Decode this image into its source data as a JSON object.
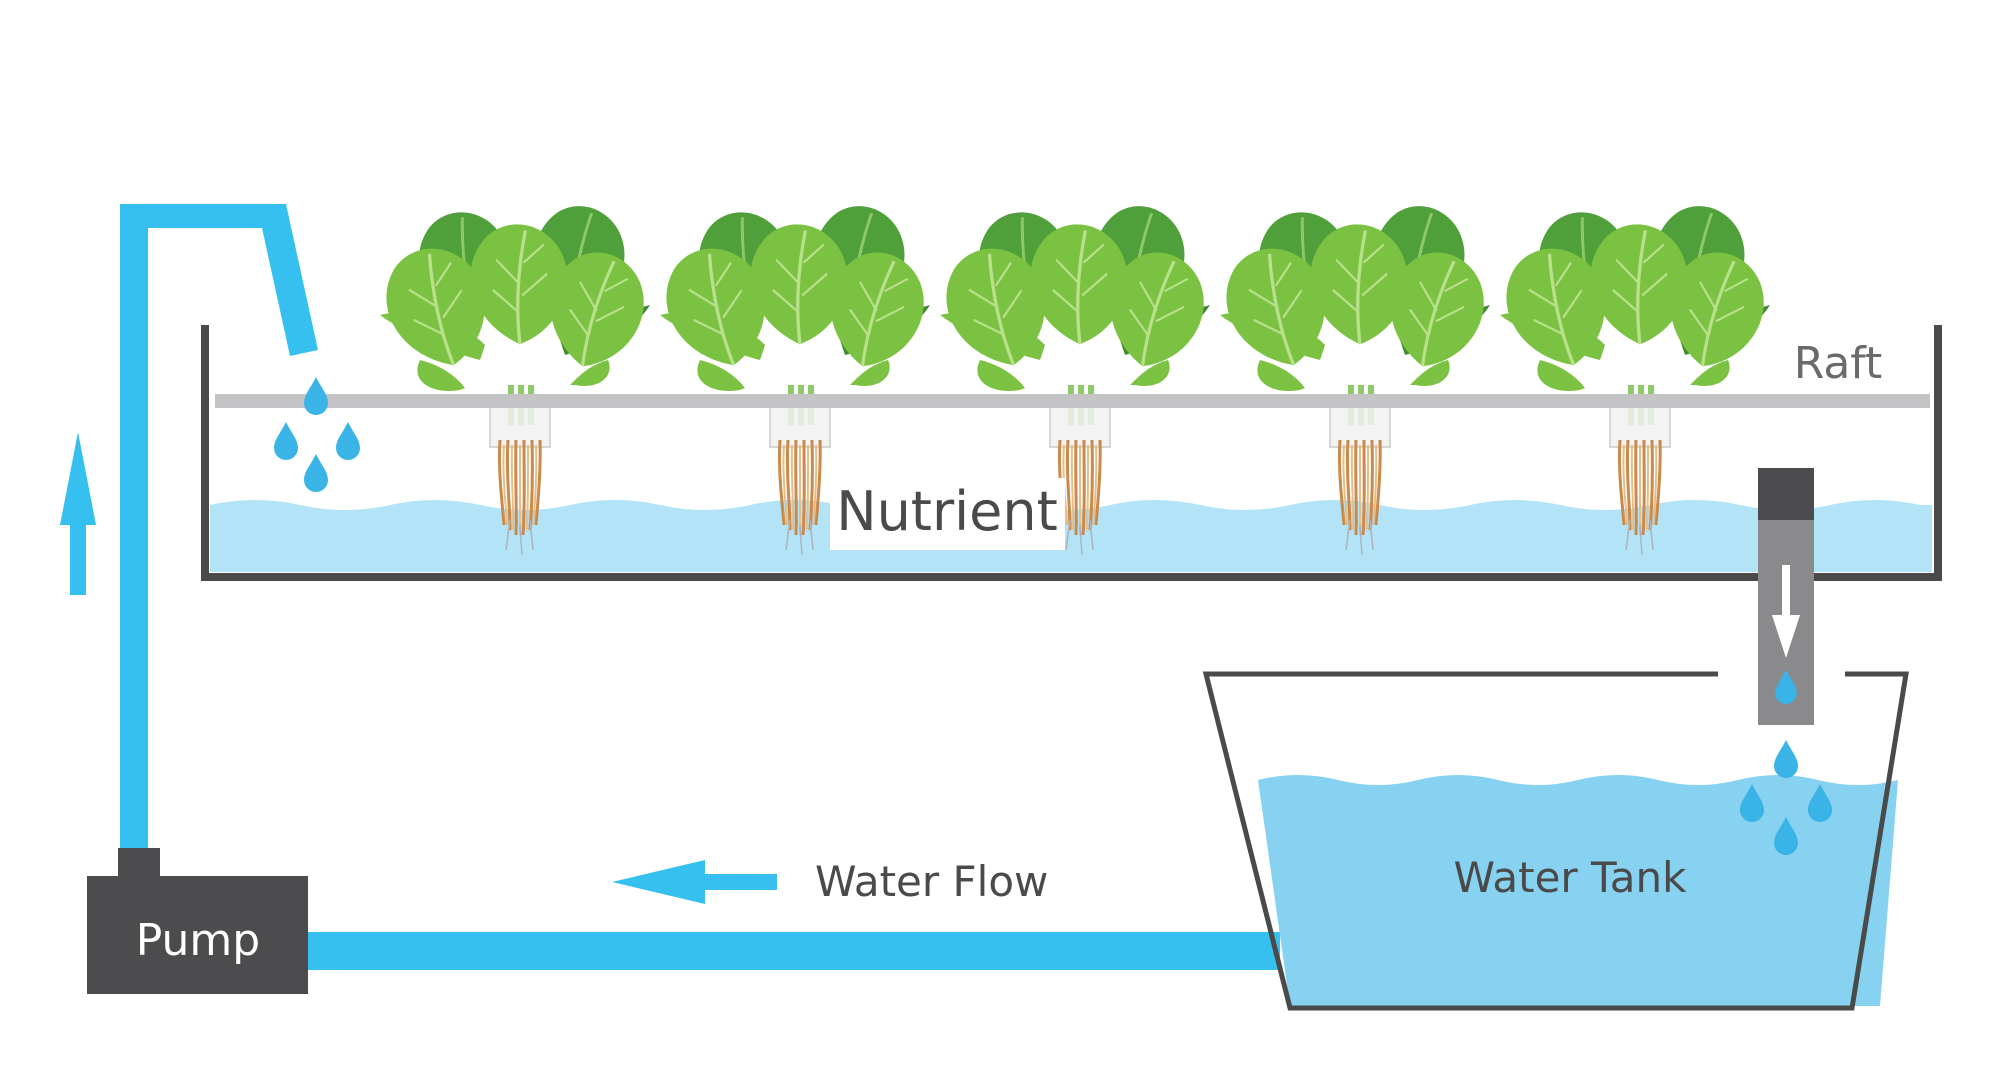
{
  "labels": {
    "raft": "Raft",
    "nutrient": "Nutrient",
    "water_flow": "Water Flow",
    "water_tank": "Water Tank",
    "pump": "Pump"
  },
  "colors": {
    "pipe": "#35c0ef",
    "water_trough": "#b3e3f6",
    "water_tank": "#86d2f0",
    "outline": "#4a4a4a",
    "raft": "#c4c4c6",
    "pump_body": "#4c4c4e",
    "drain": "#8a8a8c",
    "leaf_light": "#7cc242",
    "leaf_dark": "#3f8a35",
    "root": "#d39a5e",
    "drop": "#3ab4e6"
  },
  "plants_count": 5
}
